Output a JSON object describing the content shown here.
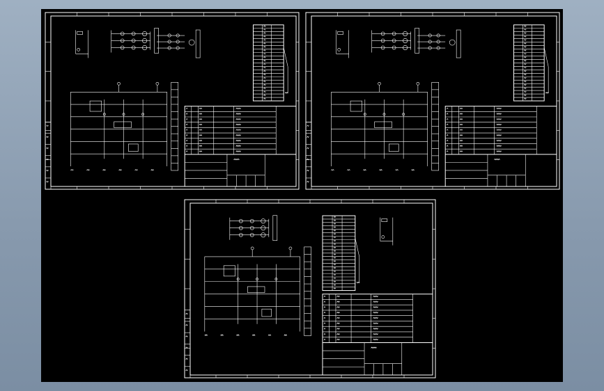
{
  "app": {
    "background_color": "#8a9cb0",
    "canvas_color": "#000000",
    "line_color": "#ffffff"
  },
  "sheets": [
    {
      "id": "sheet-1"
    },
    {
      "id": "sheet-2"
    },
    {
      "id": "sheet-3"
    }
  ]
}
